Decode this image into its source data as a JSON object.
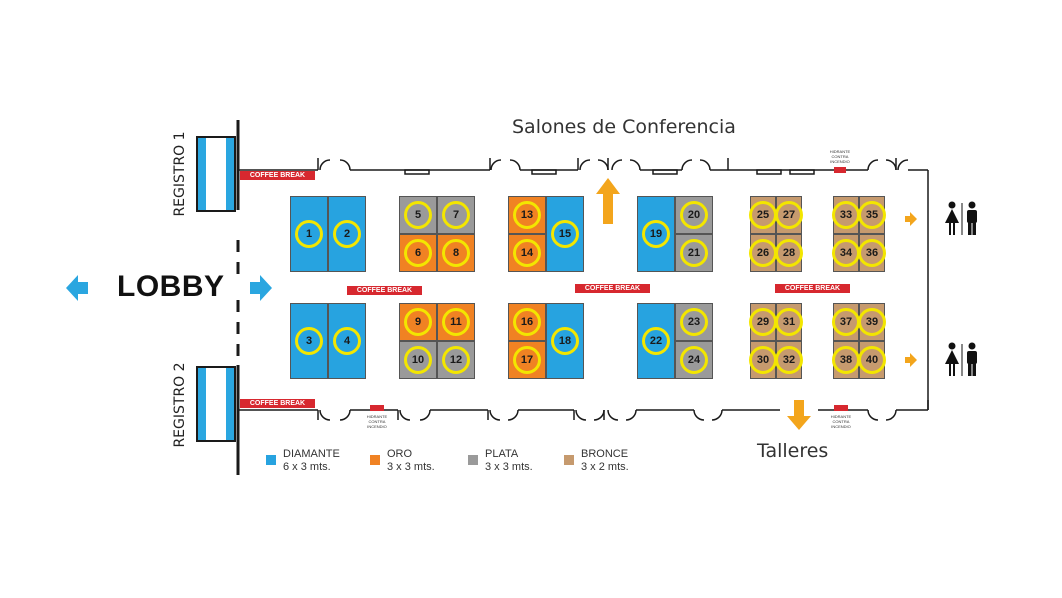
{
  "headings": {
    "conference": "Salones de Conferencia",
    "workshops": "Talleres",
    "lobby": "LOBBY",
    "registro_1": "REGISTRO 1",
    "registro_2": "REGISTRO 2"
  },
  "coffee_break_label": "COFFEE BREAK",
  "hydrant_label": [
    "HIDRANTE",
    "CONTRA",
    "INCENDIO"
  ],
  "colors": {
    "diamante": "#27a3e0",
    "oro": "#f08223",
    "plata": "#9a9a9a",
    "bronce": "#c69a6e",
    "coffee_break": "#d7282f",
    "arrow_blue": "#2aa6e0",
    "arrow_orange": "#f3a51c",
    "circle": "#f3e600"
  },
  "legend": [
    {
      "tier": "diamante",
      "name": "DIAMANTE",
      "size": "6 x 3 mts."
    },
    {
      "tier": "oro",
      "name": "ORO",
      "size": "3 x 3 mts."
    },
    {
      "tier": "plata",
      "name": "PLATA",
      "size": "3 x 3 mts."
    },
    {
      "tier": "bronce",
      "name": "BRONCE",
      "size": "3 x 2 mts."
    }
  ],
  "booths": [
    {
      "num": "1",
      "tier": "diamante"
    },
    {
      "num": "2",
      "tier": "diamante"
    },
    {
      "num": "3",
      "tier": "diamante"
    },
    {
      "num": "4",
      "tier": "diamante"
    },
    {
      "num": "5",
      "tier": "plata"
    },
    {
      "num": "6",
      "tier": "oro"
    },
    {
      "num": "7",
      "tier": "plata"
    },
    {
      "num": "8",
      "tier": "oro"
    },
    {
      "num": "9",
      "tier": "oro"
    },
    {
      "num": "10",
      "tier": "plata"
    },
    {
      "num": "11",
      "tier": "oro"
    },
    {
      "num": "12",
      "tier": "plata"
    },
    {
      "num": "13",
      "tier": "oro"
    },
    {
      "num": "14",
      "tier": "oro"
    },
    {
      "num": "15",
      "tier": "diamante"
    },
    {
      "num": "16",
      "tier": "oro"
    },
    {
      "num": "17",
      "tier": "oro"
    },
    {
      "num": "18",
      "tier": "diamante"
    },
    {
      "num": "19",
      "tier": "diamante"
    },
    {
      "num": "20",
      "tier": "plata"
    },
    {
      "num": "21",
      "tier": "plata"
    },
    {
      "num": "22",
      "tier": "diamante"
    },
    {
      "num": "23",
      "tier": "plata"
    },
    {
      "num": "24",
      "tier": "plata"
    },
    {
      "num": "25",
      "tier": "bronce"
    },
    {
      "num": "26",
      "tier": "bronce"
    },
    {
      "num": "27",
      "tier": "bronce"
    },
    {
      "num": "28",
      "tier": "bronce"
    },
    {
      "num": "29",
      "tier": "bronce"
    },
    {
      "num": "30",
      "tier": "bronce"
    },
    {
      "num": "31",
      "tier": "bronce"
    },
    {
      "num": "32",
      "tier": "bronce"
    },
    {
      "num": "33",
      "tier": "bronce"
    },
    {
      "num": "34",
      "tier": "bronce"
    },
    {
      "num": "35",
      "tier": "bronce"
    },
    {
      "num": "36",
      "tier": "bronce"
    },
    {
      "num": "37",
      "tier": "bronce"
    },
    {
      "num": "38",
      "tier": "bronce"
    },
    {
      "num": "39",
      "tier": "bronce"
    },
    {
      "num": "40",
      "tier": "bronce"
    }
  ],
  "icons": {
    "lobby_left": "arrow-left-icon",
    "lobby_right": "arrow-right-icon",
    "conference_arrow": "arrow-up-icon",
    "workshops_arrow": "arrow-down-icon",
    "restroom": "restroom-icon",
    "exit": "arrow-right-icon"
  }
}
